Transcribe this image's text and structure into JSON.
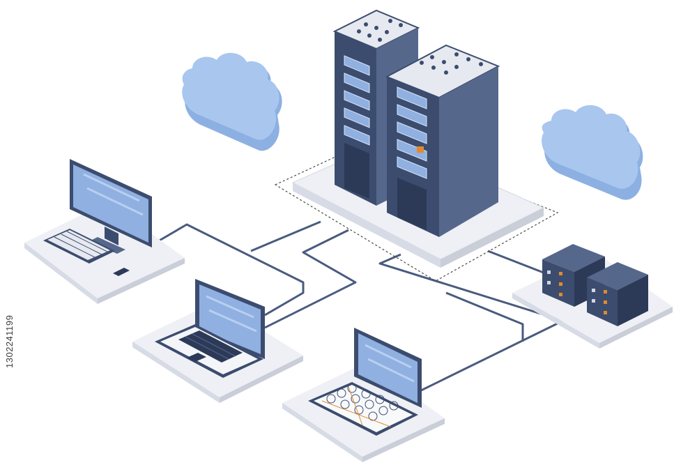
{
  "diagram": {
    "kind": "isometric network infrastructure",
    "nodes": [
      {
        "id": "server-racks",
        "icon": "server-rack-icon"
      },
      {
        "id": "desktop",
        "icon": "desktop-computer-icon"
      },
      {
        "id": "laptop",
        "icon": "laptop-icon"
      },
      {
        "id": "tablet-laptop",
        "icon": "laptop-icon"
      },
      {
        "id": "storage-units",
        "icon": "storage-server-icon"
      },
      {
        "id": "cloud-left",
        "icon": "cloud-icon"
      },
      {
        "id": "cloud-right",
        "icon": "cloud-icon"
      }
    ],
    "links": [
      [
        "desktop",
        "server-racks"
      ],
      [
        "laptop",
        "server-racks"
      ],
      [
        "tablet-laptop",
        "server-racks"
      ],
      [
        "storage-units",
        "server-racks"
      ]
    ]
  },
  "stock_id": "1302241199",
  "colors": {
    "background": "#ffffff",
    "platform": "#eef0f5",
    "platform_edge": "#c9ced9",
    "rack_dark": "#3c4c6e",
    "rack_side": "#56678c",
    "screen": "#8fb0e0",
    "cloud": "#a9c6ee",
    "cloud_edge": "#8db0e2",
    "link": "#4a5b7e",
    "accent_orange": "#e08a2e"
  }
}
